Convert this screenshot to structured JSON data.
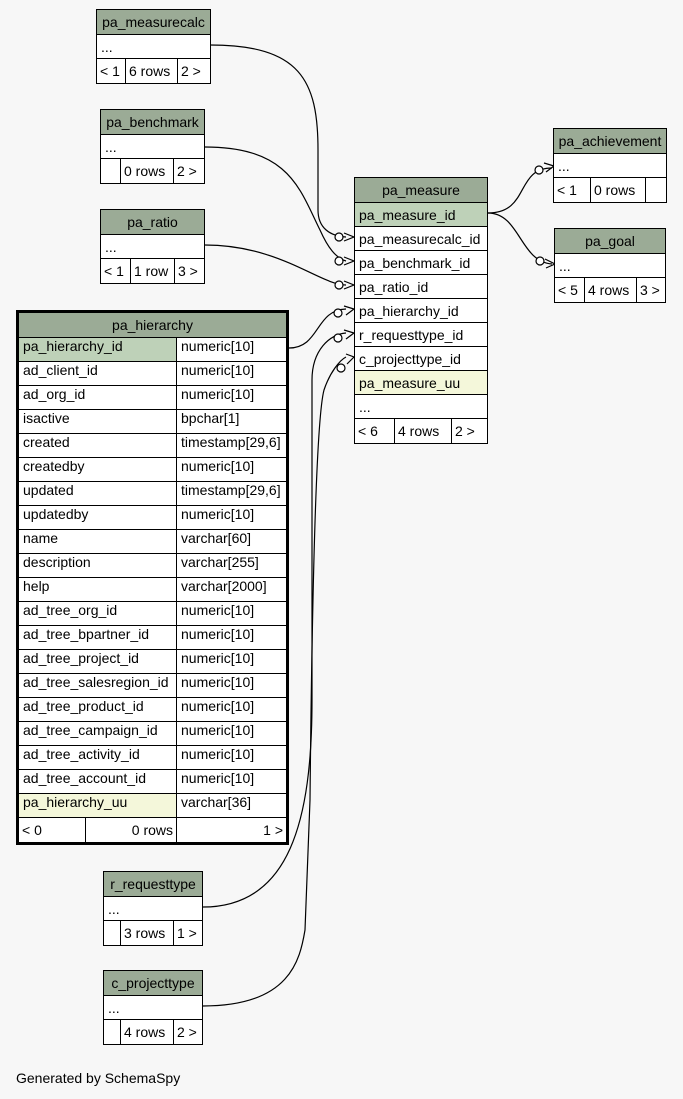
{
  "footer_text": "Generated by SchemaSpy",
  "pa_measurecalc": {
    "name": "pa_measurecalc",
    "ellipsis": "...",
    "foot": [
      "< 1",
      "6 rows",
      "2 >"
    ]
  },
  "pa_benchmark": {
    "name": "pa_benchmark",
    "ellipsis": "...",
    "foot": [
      "",
      "0 rows",
      "2 >"
    ]
  },
  "pa_ratio": {
    "name": "pa_ratio",
    "ellipsis": "...",
    "foot": [
      "< 1",
      "1 row",
      "3 >"
    ]
  },
  "pa_achievement": {
    "name": "pa_achievement",
    "ellipsis": "...",
    "foot": [
      "< 1",
      "0 rows",
      ""
    ]
  },
  "pa_goal": {
    "name": "pa_goal",
    "ellipsis": "...",
    "foot": [
      "< 5",
      "4 rows",
      "3 >"
    ]
  },
  "r_requesttype": {
    "name": "r_requesttype",
    "ellipsis": "...",
    "foot": [
      "",
      "3 rows",
      "1 >"
    ]
  },
  "c_projecttype": {
    "name": "c_projecttype",
    "ellipsis": "...",
    "foot": [
      "",
      "4 rows",
      "2 >"
    ]
  },
  "pa_measure": {
    "name": "pa_measure",
    "columns": [
      "pa_measure_id",
      "pa_measurecalc_id",
      "pa_benchmark_id",
      "pa_ratio_id",
      "pa_hierarchy_id",
      "r_requesttype_id",
      "c_projecttype_id",
      "pa_measure_uu",
      "..."
    ],
    "foot": [
      "< 6",
      "4 rows",
      "2 >"
    ]
  },
  "pa_hierarchy": {
    "name": "pa_hierarchy",
    "columns": [
      {
        "name": "pa_hierarchy_id",
        "type": "numeric[10]"
      },
      {
        "name": "ad_client_id",
        "type": "numeric[10]"
      },
      {
        "name": "ad_org_id",
        "type": "numeric[10]"
      },
      {
        "name": "isactive",
        "type": "bpchar[1]"
      },
      {
        "name": "created",
        "type": "timestamp[29,6]"
      },
      {
        "name": "createdby",
        "type": "numeric[10]"
      },
      {
        "name": "updated",
        "type": "timestamp[29,6]"
      },
      {
        "name": "updatedby",
        "type": "numeric[10]"
      },
      {
        "name": "name",
        "type": "varchar[60]"
      },
      {
        "name": "description",
        "type": "varchar[255]"
      },
      {
        "name": "help",
        "type": "varchar[2000]"
      },
      {
        "name": "ad_tree_org_id",
        "type": "numeric[10]"
      },
      {
        "name": "ad_tree_bpartner_id",
        "type": "numeric[10]"
      },
      {
        "name": "ad_tree_project_id",
        "type": "numeric[10]"
      },
      {
        "name": "ad_tree_salesregion_id",
        "type": "numeric[10]"
      },
      {
        "name": "ad_tree_product_id",
        "type": "numeric[10]"
      },
      {
        "name": "ad_tree_campaign_id",
        "type": "numeric[10]"
      },
      {
        "name": "ad_tree_activity_id",
        "type": "numeric[10]"
      },
      {
        "name": "ad_tree_account_id",
        "type": "numeric[10]"
      },
      {
        "name": "pa_hierarchy_uu",
        "type": "varchar[36]"
      }
    ],
    "foot": [
      "< 0",
      "0 rows",
      "1 >"
    ]
  }
}
